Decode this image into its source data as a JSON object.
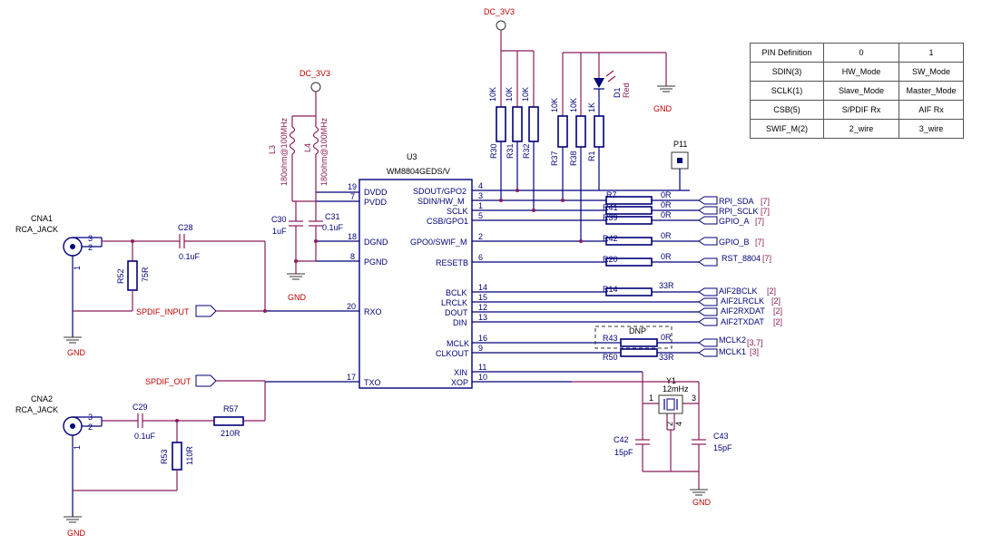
{
  "power": {
    "dc3v3_top": "DC_3V3",
    "dc3v3_left": "DC_3V3",
    "gnd": "GND"
  },
  "ic": {
    "name": "U3",
    "part": "WM8804GEDS/V",
    "left_pins": [
      {
        "num": "19",
        "name": "DVDD"
      },
      {
        "num": "7",
        "name": "PVDD"
      },
      {
        "num": "18",
        "name": "DGND"
      },
      {
        "num": "8",
        "name": "PGND"
      },
      {
        "num": "20",
        "name": "RXO"
      },
      {
        "num": "17",
        "name": "TXO"
      }
    ],
    "right_pins": [
      {
        "num": "4",
        "name": "SDOUT/GPO2"
      },
      {
        "num": "3",
        "name": "SDIN/HW_M"
      },
      {
        "num": "1",
        "name": "SCLK"
      },
      {
        "num": "5",
        "name": "CSB/GPO1"
      },
      {
        "num": "2",
        "name": "GPO0/SWIF_M"
      },
      {
        "num": "6",
        "name": "RESETB"
      },
      {
        "num": "14",
        "name": "BCLK"
      },
      {
        "num": "15",
        "name": "LRCLK"
      },
      {
        "num": "12",
        "name": "DOUT"
      },
      {
        "num": "13",
        "name": "DIN"
      },
      {
        "num": "16",
        "name": "MCLK"
      },
      {
        "num": "9",
        "name": "CLKOUT"
      },
      {
        "num": "11",
        "name": "XIN"
      },
      {
        "num": "10",
        "name": "XOP"
      }
    ]
  },
  "inductors": [
    {
      "ref": "L3",
      "value": "180ohm@100MHz"
    },
    {
      "ref": "L4",
      "value": "180ohm@100MHz"
    }
  ],
  "caps": [
    {
      "ref": "C30",
      "value": "1uF"
    },
    {
      "ref": "C31",
      "value": "0.1uF"
    },
    {
      "ref": "C28",
      "value": "0.1uF"
    },
    {
      "ref": "C29",
      "value": "0.1uF"
    },
    {
      "ref": "C42",
      "value": "15pF"
    },
    {
      "ref": "C43",
      "value": "15pF"
    }
  ],
  "pullups": [
    {
      "ref": "R30",
      "value": "10K"
    },
    {
      "ref": "R31",
      "value": "10K"
    },
    {
      "ref": "R32",
      "value": "10K"
    },
    {
      "ref": "R37",
      "value": "10K"
    },
    {
      "ref": "R38",
      "value": "10K"
    },
    {
      "ref": "R1",
      "value": "1K"
    }
  ],
  "led": {
    "ref": "D1",
    "color": "Red"
  },
  "testpoint": "P11",
  "series": [
    {
      "ref": "R7",
      "value": "0R",
      "net": "RPI_SDA",
      "sheet": "[7]"
    },
    {
      "ref": "R41",
      "value": "0R",
      "net": "RPI_SCLK",
      "sheet": "[7]"
    },
    {
      "ref": "R39",
      "value": "0R",
      "net": "GPIO_A",
      "sheet": "[7]"
    },
    {
      "ref": "R42",
      "value": "0R",
      "net": "GPIO_B",
      "sheet": "[7]"
    },
    {
      "ref": "R20",
      "value": "0R",
      "net": "RST_8804",
      "sheet": "[7]"
    },
    {
      "ref": "R14",
      "value": "33R",
      "net": "AIF2BCLK",
      "sheet": "[2]"
    },
    {
      "ref": "R43",
      "value": "0R",
      "net": "MCLK2",
      "sheet": "[3,7]"
    },
    {
      "ref": "R50",
      "value": "33R",
      "net": "MCLK1",
      "sheet": "[3]"
    }
  ],
  "aif_nets": [
    {
      "net": "AIF2LRCLK",
      "sheet": "[2]"
    },
    {
      "net": "AIF2RXDAT",
      "sheet": "[2]"
    },
    {
      "net": "AIF2TXDAT",
      "sheet": "[2]"
    }
  ],
  "dnp": "DNP",
  "crystal": {
    "ref": "Y1",
    "value": "12mHz",
    "pins": [
      "1",
      "3",
      "2",
      "4"
    ]
  },
  "jacks": [
    {
      "ref": "CNA1",
      "type": "RCA_JACK",
      "pins": [
        "3",
        "2",
        "1"
      ]
    },
    {
      "ref": "CNA2",
      "type": "RCA_JACK",
      "pins": [
        "3",
        "2",
        "1"
      ]
    }
  ],
  "jack_resistors": [
    {
      "ref": "R52",
      "value": "75R"
    },
    {
      "ref": "R57",
      "value": "210R"
    },
    {
      "ref": "R53",
      "value": "110R"
    }
  ],
  "ports": {
    "spdif_in": "SPDIF_INPUT",
    "spdif_out": "SPDIF_OUT"
  },
  "pin_table": {
    "header": [
      "PIN Definition",
      "0",
      "1"
    ],
    "rows": [
      [
        "SDIN(3)",
        "HW_Mode",
        "SW_Mode"
      ],
      [
        "SCLK(1)",
        "Slave_Mode",
        "Master_Mode"
      ],
      [
        "CSB(5)",
        "S/PDIF Rx",
        "AIF Rx"
      ],
      [
        "SWIF_M(2)",
        "2_wire",
        "3_wire"
      ]
    ]
  },
  "colors": {
    "wire": "#00007a",
    "power": "#c00000",
    "passive": "#8a1c5a"
  }
}
